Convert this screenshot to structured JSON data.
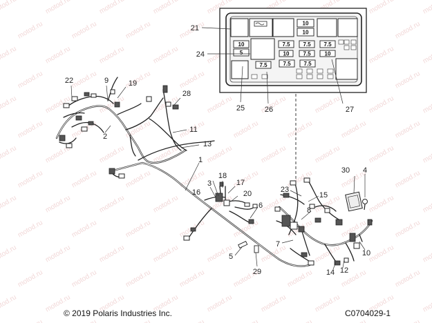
{
  "watermark": "motod.ru",
  "footer": {
    "copyright": "© 2019 Polaris Industries Inc.",
    "diagram_code": "C0704029-1"
  },
  "callouts": {
    "c1": "1",
    "c2": "2",
    "c3": "3",
    "c4": "4",
    "c5": "5",
    "c6": "6",
    "c7": "7",
    "c8": "8",
    "c9": "9",
    "c10": "10",
    "c11": "11",
    "c12": "12",
    "c13": "13",
    "c14": "14",
    "c15": "15",
    "c16": "16",
    "c17": "17",
    "c18": "18",
    "c19": "19",
    "c20": "20",
    "c21": "21",
    "c22": "22",
    "c23": "23",
    "c24": "24",
    "c25": "25",
    "c26": "26",
    "c27": "27",
    "c28": "28",
    "c29": "29",
    "c30": "30"
  },
  "fuse_box": {
    "fuses": {
      "f10a": "10",
      "f10b": "10",
      "f10c": "10",
      "f10d": "10",
      "f10e": "10",
      "f5": "5",
      "f75a": "7.5",
      "f75b": "7.5",
      "f75c": "7.5",
      "f75d": "7.5",
      "f75e": "7.5",
      "f75f": "7.5",
      "f75g": "7.5"
    }
  }
}
